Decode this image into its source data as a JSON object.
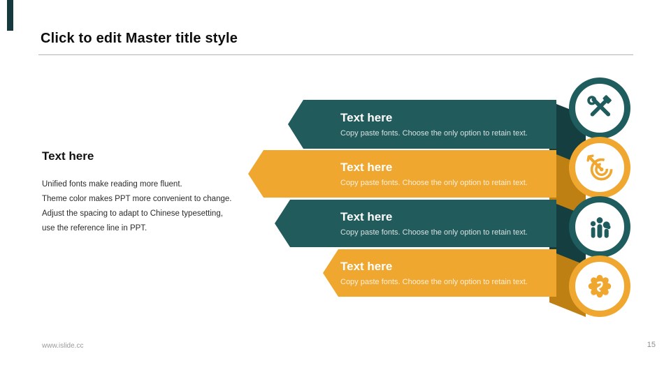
{
  "page": {
    "title": "Click to edit Master title style",
    "footer_url": "www.islide.cc",
    "page_number": "15"
  },
  "intro": {
    "heading": "Text here",
    "lines": [
      "Unified fonts make reading more fluent.",
      "Theme color makes PPT more convenient to change.",
      "Adjust the spacing to adapt to Chinese typesetting,",
      "use the reference line in PPT."
    ]
  },
  "banners": [
    {
      "title": "Text here",
      "subtitle": "Copy paste fonts. Choose the only option to retain text.",
      "color": "#215B5C",
      "fold_color": "#143E40",
      "icon": "tools-icon"
    },
    {
      "title": "Text here",
      "subtitle": "Copy paste fonts. Choose the only option to retain text.",
      "color": "#F0A72F",
      "fold_color": "#BF8013",
      "icon": "dart-target-icon"
    },
    {
      "title": "Text here",
      "subtitle": "Copy paste fonts. Choose the only option to retain text.",
      "color": "#215B5C",
      "fold_color": "#143E40",
      "icon": "team-icon"
    },
    {
      "title": "Text here",
      "subtitle": "Copy paste fonts. Choose the only option to retain text.",
      "color": "#F0A72F",
      "fold_color": "#BF8013",
      "icon": "badge-icon"
    }
  ],
  "colors": {
    "teal": "#215B5C",
    "teal_dark": "#143E40",
    "yellow": "#F0A72F",
    "yellow_dark": "#BF8013",
    "accent_bar": "#16393D",
    "title_text": "#0D0D0D",
    "rule": "#B3B3B3",
    "footer_text": "#9A9A9A"
  }
}
